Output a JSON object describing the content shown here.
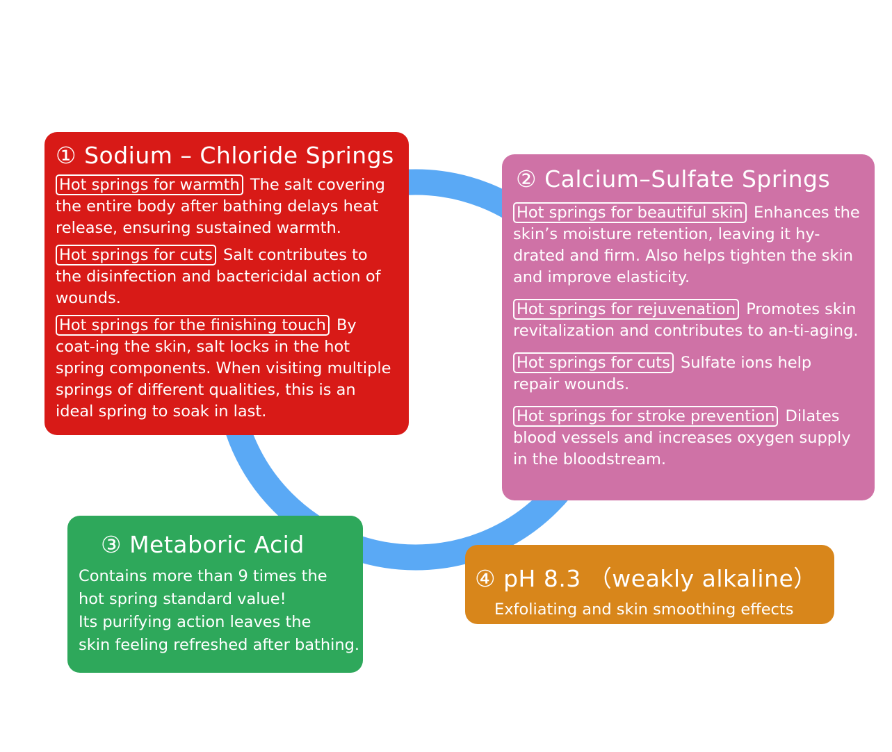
{
  "colors": {
    "ring": "#5aa9f5",
    "card_1": "#d81a17",
    "card_2": "#cf72a6",
    "card_3": "#2ea85b",
    "card_4": "#d8861b",
    "text": "#ffffff"
  },
  "cards": {
    "sodium": {
      "title": "① Sodium – Chloride Springs",
      "items": [
        {
          "tag": "Hot springs for warmth",
          "text": "The salt covering the entire body after bathing delays heat release, ensuring sustained warmth."
        },
        {
          "tag": "Hot springs for cuts",
          "text": "Salt contributes to the disinfection and bactericidal action of wounds."
        },
        {
          "tag": "Hot springs for the finishing touch",
          "text": "By coat-ing the skin, salt locks in the hot spring components. When visiting multiple springs of different qualities, this is an ideal spring to soak in last."
        }
      ]
    },
    "calcium": {
      "title": "② Calcium–Sulfate Springs",
      "items": [
        {
          "tag": "Hot springs for beautiful skin",
          "text": "Enhances the skin’s moisture retention, leaving it hy-drated and firm. Also helps tighten the skin and improve elasticity."
        },
        {
          "tag": "Hot springs for rejuvenation",
          "text": "Promotes skin revitalization and contributes to an-ti-aging."
        },
        {
          "tag": "Hot springs for cuts",
          "text": "Sulfate ions help repair wounds."
        },
        {
          "tag": "Hot springs for stroke prevention",
          "text": "Dilates blood vessels and increases oxygen supply in the bloodstream."
        }
      ]
    },
    "metaboric": {
      "title": "③ Metaboric Acid",
      "lines": [
        "Contains more than 9 times the",
        "hot spring standard value!",
        "Its purifying action leaves the",
        "skin feeling refreshed after bathing."
      ]
    },
    "ph": {
      "title": "④ pH 8.3 （weakly alkaline）",
      "subtitle": "Exfoliating and skin smoothing effects"
    }
  }
}
